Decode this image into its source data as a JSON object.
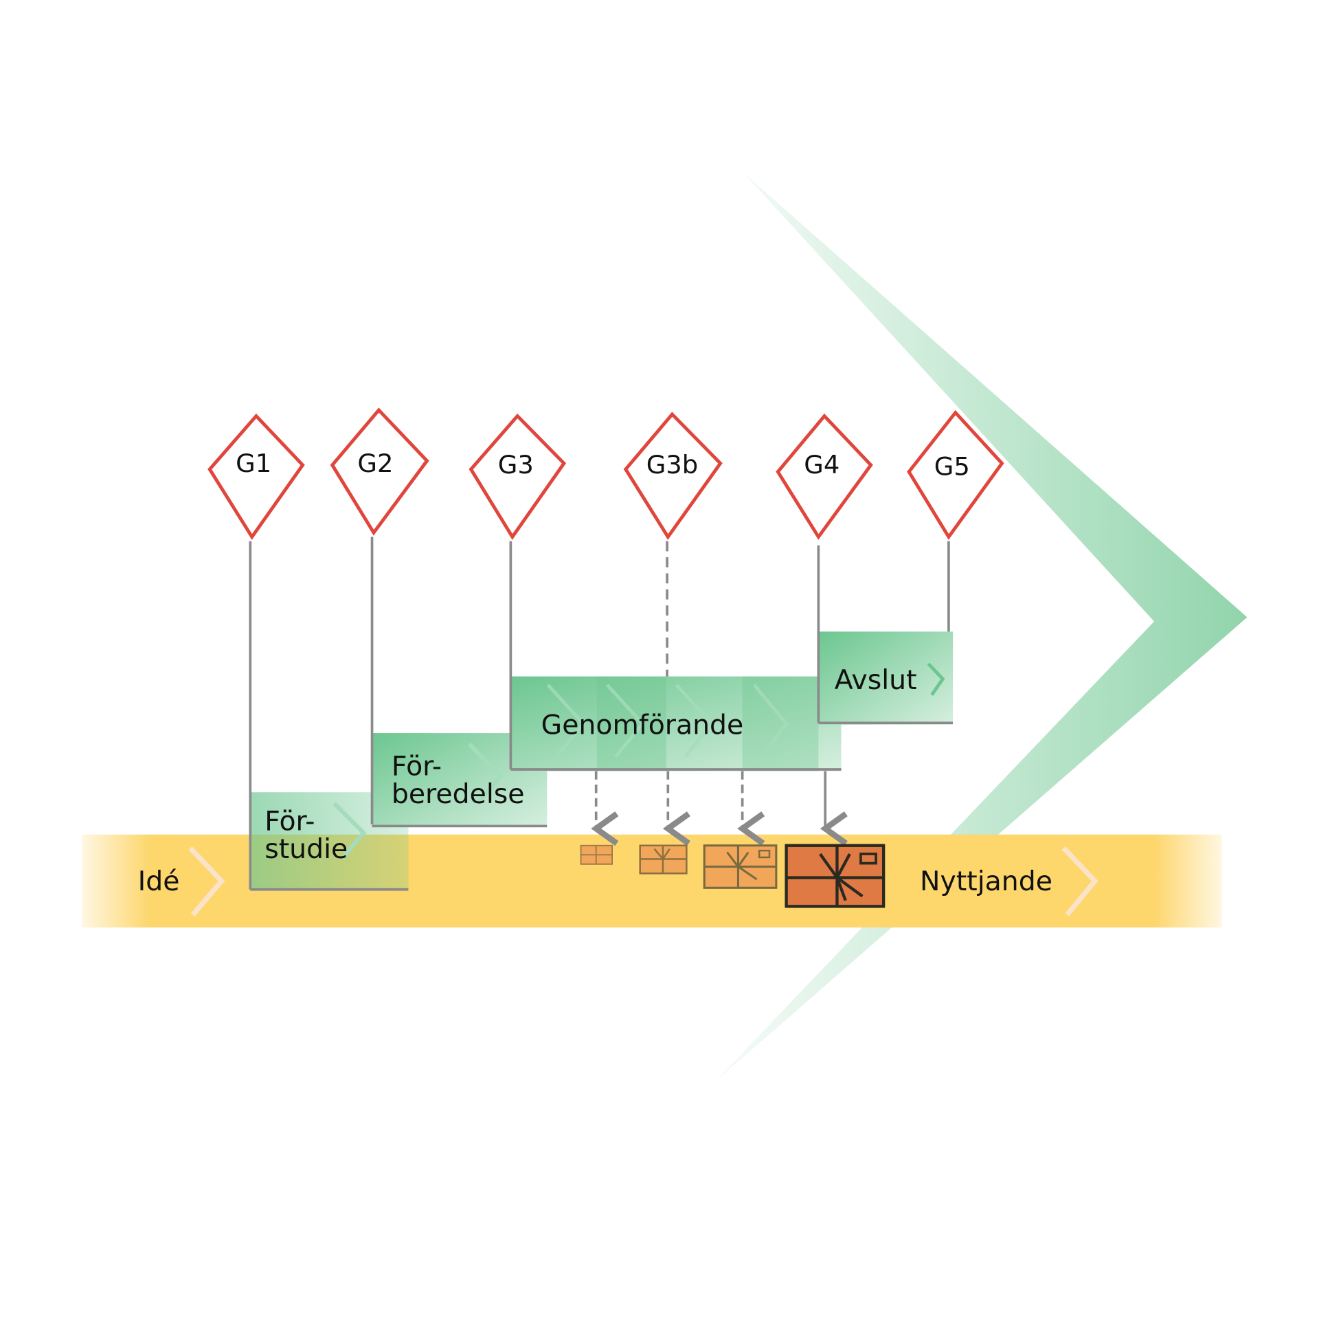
{
  "colors": {
    "gate_red": "#e0463c",
    "phase_green": "#6cc690",
    "band_yellow": "#fdd66c",
    "line_gray": "#8a8a8a",
    "package_light": "#f2a65a",
    "package_dark": "#e07a45"
  },
  "band": {
    "start_label": "Idé",
    "end_label": "Nyttjande"
  },
  "gates": [
    {
      "label": "G1"
    },
    {
      "label": "G2"
    },
    {
      "label": "G3"
    },
    {
      "label": "G3b"
    },
    {
      "label": "G4"
    },
    {
      "label": "G5"
    }
  ],
  "phases": {
    "forstudie": {
      "line1": "För-",
      "line2": "studie"
    },
    "forberedelse": {
      "line1": "För-",
      "line2": "beredelse"
    },
    "genomforande": {
      "label": "Genomförande"
    },
    "avslut": {
      "label": "Avslut"
    }
  }
}
